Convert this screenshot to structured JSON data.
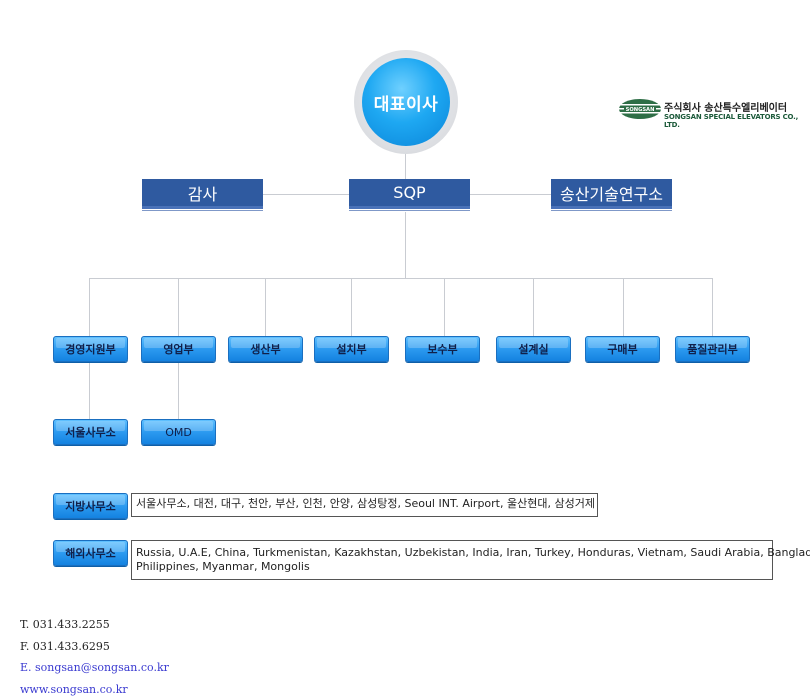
{
  "ceo": {
    "label": "대표이사"
  },
  "logo": {
    "mark": "SONGSAN",
    "korean": "주식회사 송산특수엘리베이터",
    "english": "SONGSAN SPECIAL ELEVATORS CO., LTD."
  },
  "top_units": [
    {
      "label": "감사"
    },
    {
      "label": "SQP"
    },
    {
      "label": "송산기술연구소"
    }
  ],
  "departments": [
    {
      "label": "경영지원부"
    },
    {
      "label": "영업부"
    },
    {
      "label": "생산부"
    },
    {
      "label": "설치부"
    },
    {
      "label": "보수부"
    },
    {
      "label": "설계실"
    },
    {
      "label": "구매부"
    },
    {
      "label": "품질관리부"
    }
  ],
  "sub_units": [
    {
      "label": "서울사무소"
    },
    {
      "label": "OMD"
    }
  ],
  "regional_offices": {
    "label": "지방사무소",
    "text": "서울사무소, 대전, 대구, 천안, 부산, 인천, 안양, 삼성탕정, Seoul INT. Airport, 울산현대, 삼성거제"
  },
  "overseas_offices": {
    "label": "해외사무소",
    "line1": "Russia, U.A.E, China, Turkmenistan, Kazakhstan, Uzbekistan, India, Iran, Turkey, Honduras, Vietnam, Saudi Arabia, Bangladesy",
    "line2": "Philippines, Myanmar, Mongolis"
  },
  "contact": {
    "tel": "T. 031.433.2255",
    "fax": "F. 031.433.6295",
    "email": "E. songsan@songsan.co.kr",
    "web": "www.songsan.co.kr"
  },
  "colors": {
    "top_box": "#2f5aa0",
    "dept_button": "#2c9af0",
    "ceo_circle": "#1ea8f2",
    "link": "#3a3ad0"
  }
}
